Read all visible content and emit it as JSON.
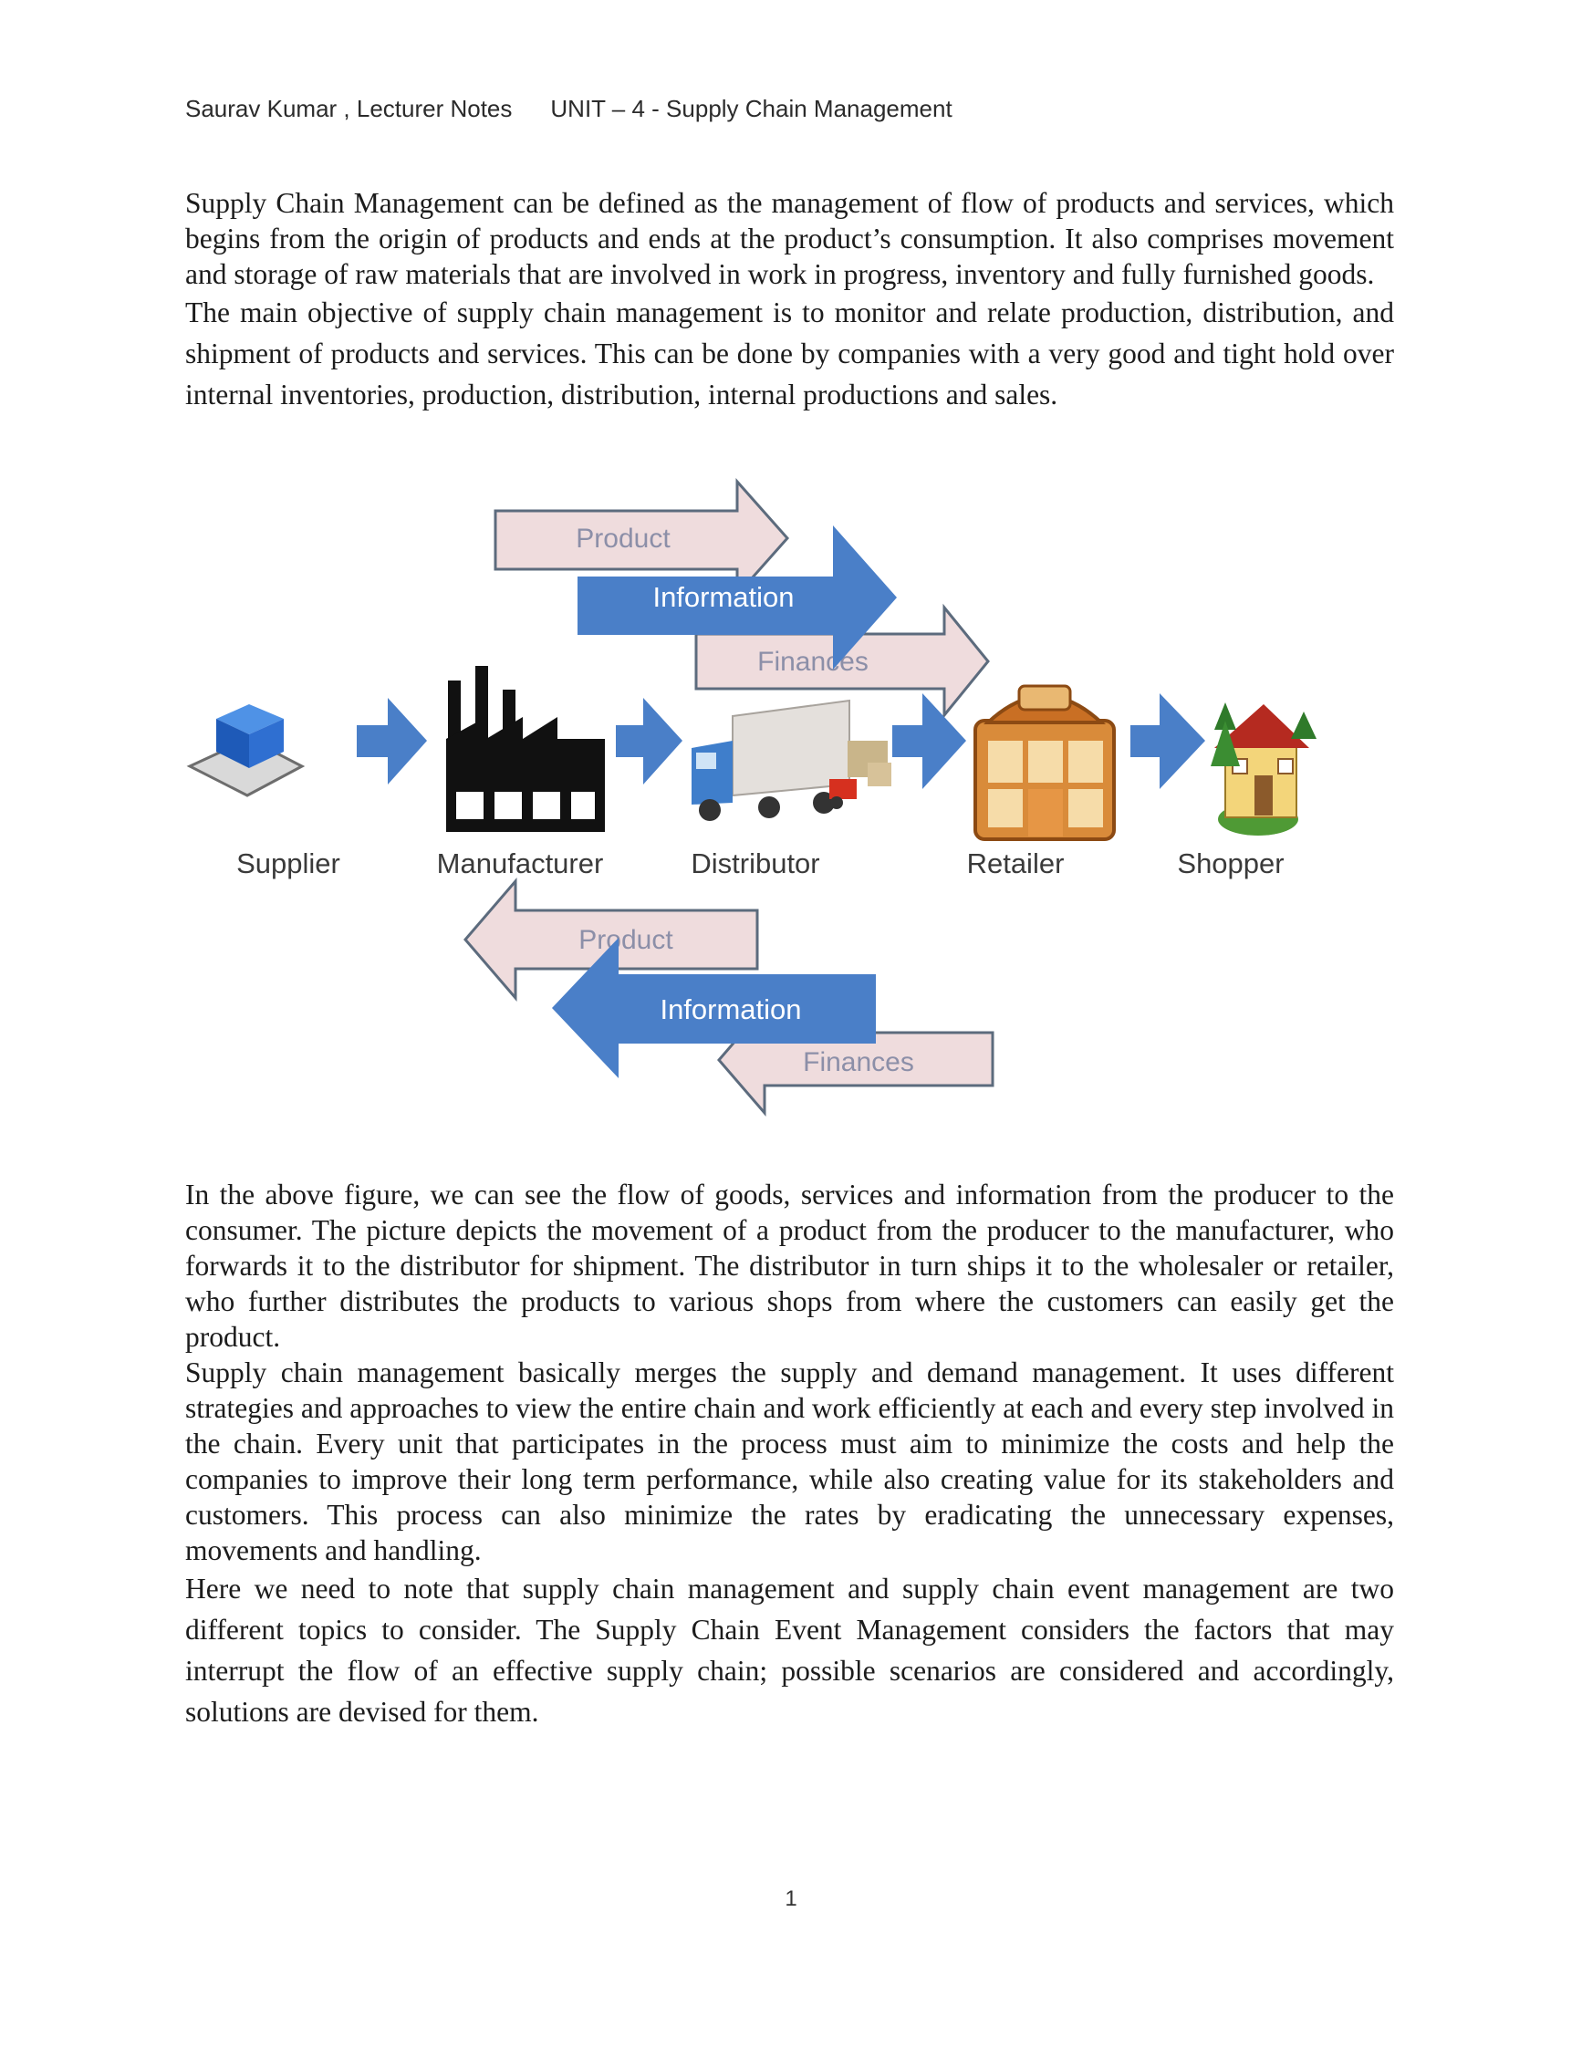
{
  "header": {
    "author": "Saurav Kumar , Lecturer Notes",
    "unit": "UNIT – 4 - Supply Chain Management"
  },
  "paragraphs_top": [
    "Supply Chain Management can be defined as the management of flow of products and services, which begins from the origin of products and ends at the product’s consumption. It also comprises movement and storage of raw materials that are involved in work in progress, inventory and fully furnished goods.",
    "The main objective of supply chain management is to monitor and relate production, distribution, and shipment of products and services. This can be done by companies with a very good and tight hold over internal inventories, production, distribution, internal productions and sales."
  ],
  "diagram": {
    "forward_arrows": [
      "Product",
      "Information",
      "Finances"
    ],
    "backward_arrows": [
      "Product",
      "Information",
      "Finances"
    ],
    "stages": [
      "Supplier",
      "Manufacturer",
      "Distributor",
      "Retailer",
      "Shopper"
    ],
    "colors": {
      "blue": "#4a7fc8",
      "pink": "#efdcdd",
      "outline": "#5c6b7d"
    }
  },
  "paragraphs_bottom": [
    "In the above figure, we can see the flow of goods, services and information from the producer to the consumer. The picture depicts the movement of a product from the producer to the manufacturer, who forwards it to the distributor for shipment. The distributor in turn ships it to the wholesaler or retailer, who further distributes the products to various shops from where the customers can easily get the product.",
    "Supply chain management basically merges the supply and demand management. It uses different strategies and approaches to view the entire chain and work efficiently at each and every step involved in the chain. Every unit that participates in the process must aim to minimize the costs and help the companies to improve their long term performance, while also creating value for its stakeholders and customers. This process can also minimize the rates by eradicating the unnecessary expenses, movements and handling.",
    "Here we need to note that supply chain management and supply chain event management are two different topics to consider. The Supply Chain Event Management considers the factors that may interrupt the flow of an effective supply chain; possible scenarios are considered and accordingly, solutions are devised for them."
  ],
  "page_number": "1"
}
